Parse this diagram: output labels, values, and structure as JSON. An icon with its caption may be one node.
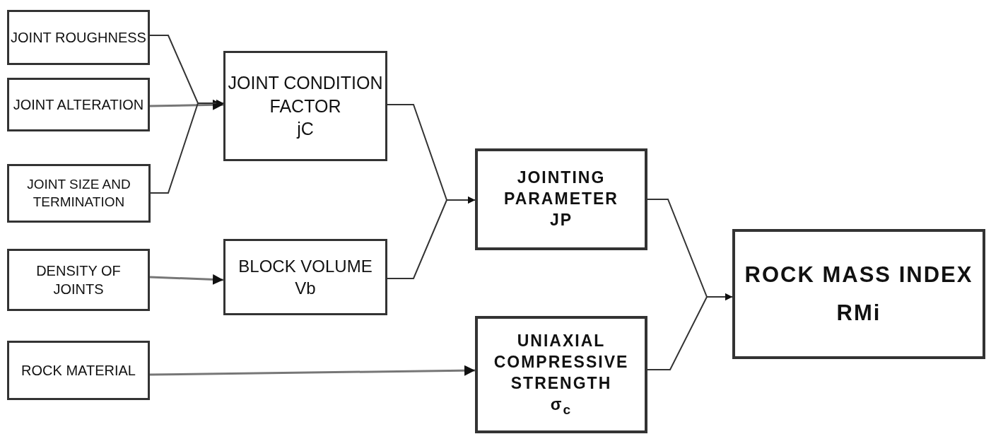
{
  "diagram": {
    "nodes": [
      {
        "text": [
          "JOINT ROUGHNESS"
        ]
      },
      {
        "text": [
          "JOINT ALTERATION"
        ]
      },
      {
        "text": [
          "JOINT SIZE AND TERMINATION"
        ]
      },
      {
        "text": [
          "DENSITY OF JOINTS"
        ]
      },
      {
        "text": [
          "ROCK MATERIAL"
        ]
      },
      {
        "text": [
          "JOINT CONDITION FACTOR",
          "jC"
        ]
      },
      {
        "text": [
          "BLOCK VOLUME",
          "Vb"
        ]
      },
      {
        "text": [
          "JOINTING PARAMETER",
          "JP"
        ]
      },
      {
        "text": [
          "UNIAXIAL COMPRESSIVE STRENGTH",
          "σ$_{c}$"
        ]
      },
      {
        "text": [
          "ROCK MASS INDEX",
          "RMi"
        ]
      }
    ],
    "edges": [
      {
        "from": 0,
        "to": 5,
        "arrow": "to"
      },
      {
        "from": 1,
        "to": 5,
        "arrow": "to"
      },
      {
        "from": 2,
        "to": 5,
        "arrow": "to"
      },
      {
        "from": 3,
        "to": 6,
        "arrow": "to"
      },
      {
        "from": 4,
        "to": 8,
        "arrow": "to"
      },
      {
        "from": 5,
        "to": 7,
        "arrow": "to"
      },
      {
        "from": 6,
        "to": 7,
        "arrow": "to"
      },
      {
        "from": 7,
        "to": 9,
        "arrow": "to"
      },
      {
        "from": 8,
        "to": 9,
        "arrow": "to"
      }
    ]
  }
}
